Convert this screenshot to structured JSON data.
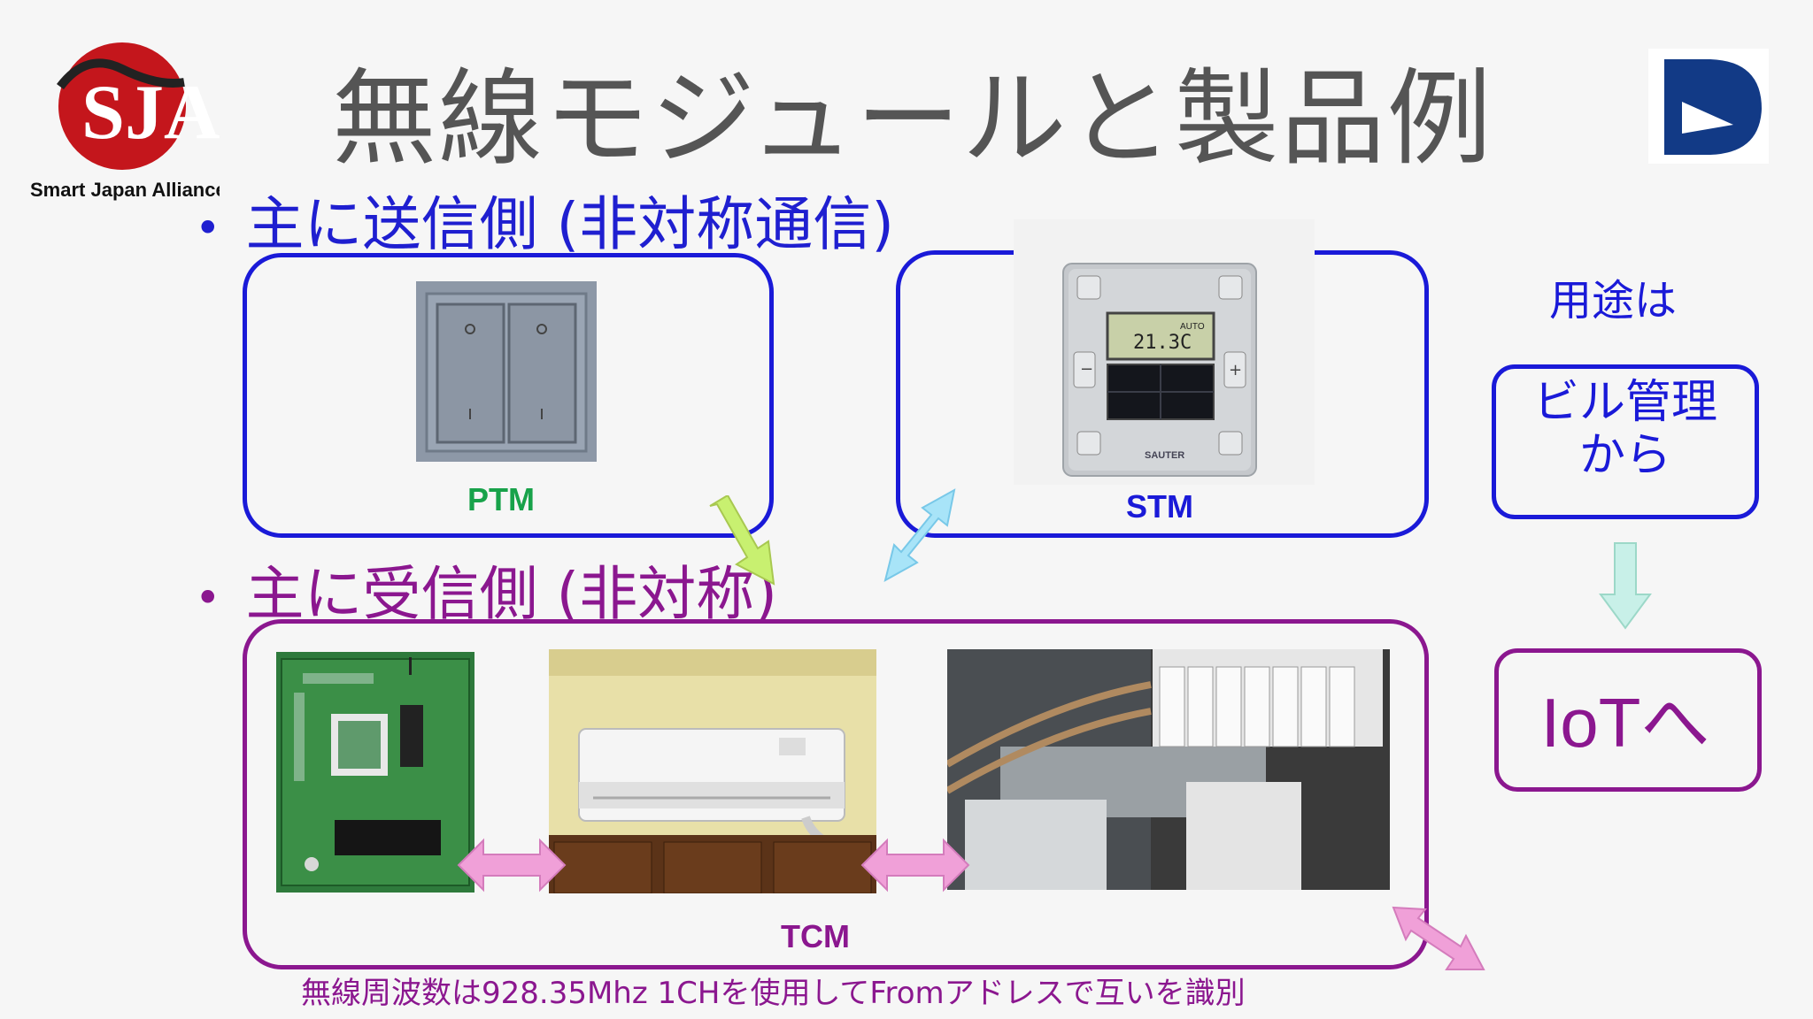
{
  "slide": {
    "title": "無線モジュールと製品例",
    "logo_text": "Smart Japan Alliance",
    "bullets": [
      {
        "text": "主に送信側 (非対称通信)"
      },
      {
        "text": "主に受信側 (非対称)"
      }
    ],
    "products": {
      "ptm": {
        "label": "PTM"
      },
      "stm": {
        "label": "STM",
        "display_reading": "21.3C",
        "display_mode": "AUTO",
        "brand": "SAUTER"
      },
      "tcm": {
        "label": "TCM"
      }
    },
    "usage": {
      "heading": "用途は",
      "box_text": "ビル管理から",
      "box_line1": "ビル管理",
      "box_line2": "から",
      "target": "IoTへ"
    },
    "footnote": "無線周波数は928.35Mhz 1CHを使用してFromアドレスで互いを識別",
    "colors": {
      "blue": "#1a1ad8",
      "purple": "#8b178f",
      "green": "#18a24a",
      "title_gray": "#555555",
      "arrow_pink": "#f0a0d8",
      "arrow_cyan": "#a8e4f8",
      "arrow_green": "#c8f070"
    }
  }
}
